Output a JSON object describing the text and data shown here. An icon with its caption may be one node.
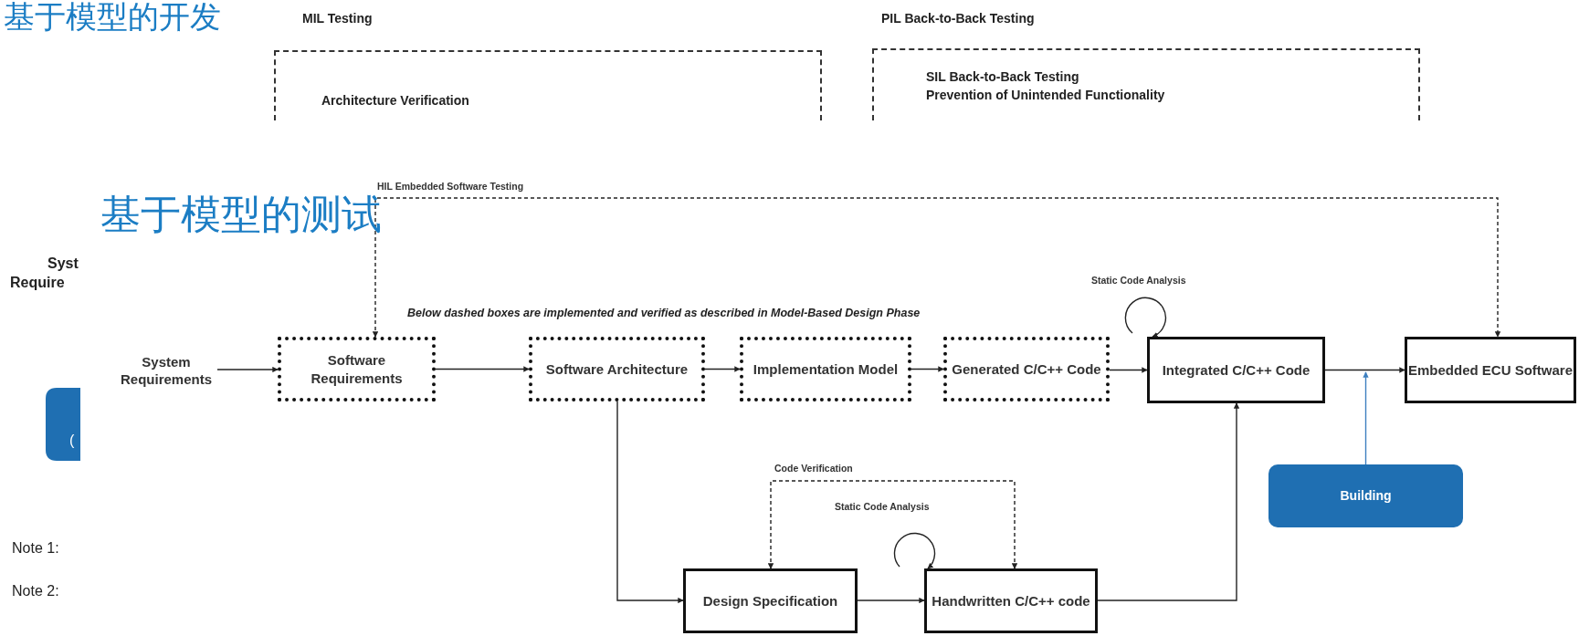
{
  "diagram": {
    "nodes": [
      {
        "text": [
          "MIL Testing",
          "Architecture Verification"
        ]
      },
      {
        "text": [
          "PIL Back-to-Back Testing",
          "SIL Back-to-Back Testing",
          "Prevention of Unintended Functionality"
        ]
      },
      {
        "text": [
          "System Requirements"
        ]
      },
      {
        "text": [
          "Software Requirements"
        ]
      },
      {
        "text": [
          "Software Architecture"
        ]
      },
      {
        "text": [
          "Implementation Model"
        ]
      },
      {
        "text": [
          "Generated C/C++ Code"
        ]
      },
      {
        "text": [
          "Integrated C/C++ Code"
        ]
      },
      {
        "text": [
          "Embedded ECU Software"
        ]
      },
      {
        "text": [
          "Building"
        ]
      },
      {
        "text": [
          "Design Specification"
        ]
      },
      {
        "text": [
          "Handwritten C/C++ code"
        ]
      }
    ],
    "edges": [
      {
        "from": 2,
        "to": 3,
        "arrow": "to"
      },
      {
        "from": 3,
        "to": 4,
        "arrow": "to"
      },
      {
        "from": 4,
        "to": 5,
        "arrow": "to"
      },
      {
        "from": 5,
        "to": 6,
        "arrow": "to"
      },
      {
        "from": 6,
        "to": 7,
        "arrow": "to"
      },
      {
        "from": 7,
        "to": 8,
        "arrow": "to"
      },
      {
        "from": 3,
        "to": 8,
        "arrow": "both",
        "style": "dashed",
        "label": "HIL Embedded Software Testing"
      },
      {
        "from": 7,
        "to": 7,
        "arrow": "to",
        "label": "Static Code Analysis"
      },
      {
        "from": 9,
        "to": null,
        "arrow": "to",
        "color": "#3d7fbf"
      },
      {
        "from": 4,
        "to": 10,
        "arrow": "to"
      },
      {
        "from": 10,
        "to": 11,
        "arrow": "to"
      },
      {
        "from": 11,
        "to": 7,
        "arrow": "to"
      },
      {
        "from": 10,
        "to": 11,
        "arrow": "both",
        "style": "dashed",
        "label": "Code Verification"
      },
      {
        "from": 11,
        "to": 11,
        "arrow": "to",
        "label": "Static Code Analysis"
      }
    ],
    "labels": [
      "基于模型的开发",
      "基于模型的测试",
      "Syst",
      "Require",
      "(",
      "Note 1:",
      "Note 2:",
      "Below dashed boxes are implemented and verified as described in Model-Based Design Phase"
    ]
  }
}
